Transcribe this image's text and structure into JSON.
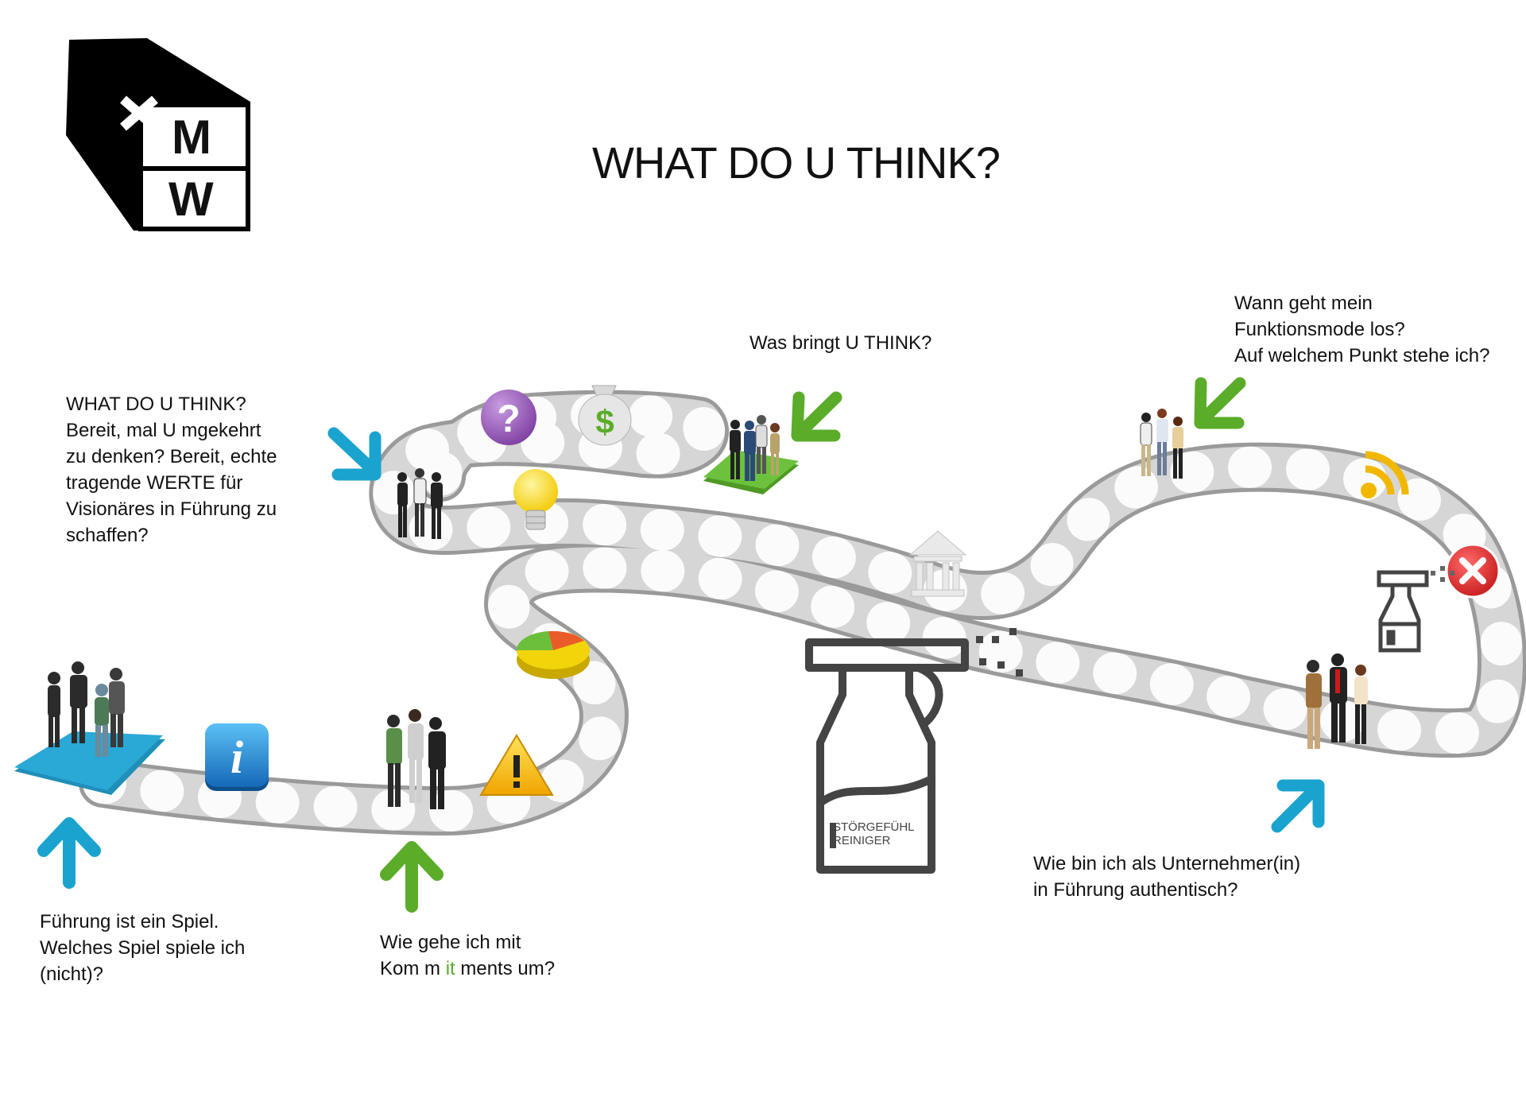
{
  "logo": {
    "letters": [
      "M",
      "W"
    ]
  },
  "title": "WHAT DO U THINK?",
  "questions": {
    "start": [
      "Führung ist ein Spiel.",
      "Welches Spiel spiele ich",
      "(nicht)?"
    ],
    "commitments": {
      "line1": "Wie gehe ich mit",
      "line2_a": "Kom m ",
      "line2_b": "it",
      "line2_c": " ments um?"
    },
    "left_top": [
      "WHAT DO U THINK?",
      "Bereit, mal U mgekehrt",
      "zu denken? Bereit, echte",
      "tragende WERTE für",
      "Visionäres in Führung zu",
      "schaffen?"
    ],
    "bring": [
      "Was bringt U THINK?"
    ],
    "mode": [
      "Wann geht mein",
      "Funktionsmode los?",
      "Auf welchem Punkt stehe ich?"
    ],
    "authentic": [
      "Wie bin ich als Unternehmer(in)",
      "in Führung authentisch?"
    ]
  },
  "bottle": {
    "label": [
      "STÖRGEFÜHL",
      "REINIGER"
    ]
  },
  "icons": [
    "info-icon",
    "warning-icon",
    "pie-chart-icon",
    "question-icon",
    "money-bag-icon",
    "lightbulb-icon",
    "bank-icon",
    "rss-icon",
    "error-icon",
    "spray-bottle-icon"
  ],
  "colors": {
    "blue_arrow": "#1aa3cf",
    "green_arrow": "#5aac29",
    "path": "#c9c9c9",
    "start_tile": "#2aa8d6",
    "green_tile": "#6cc23c"
  }
}
